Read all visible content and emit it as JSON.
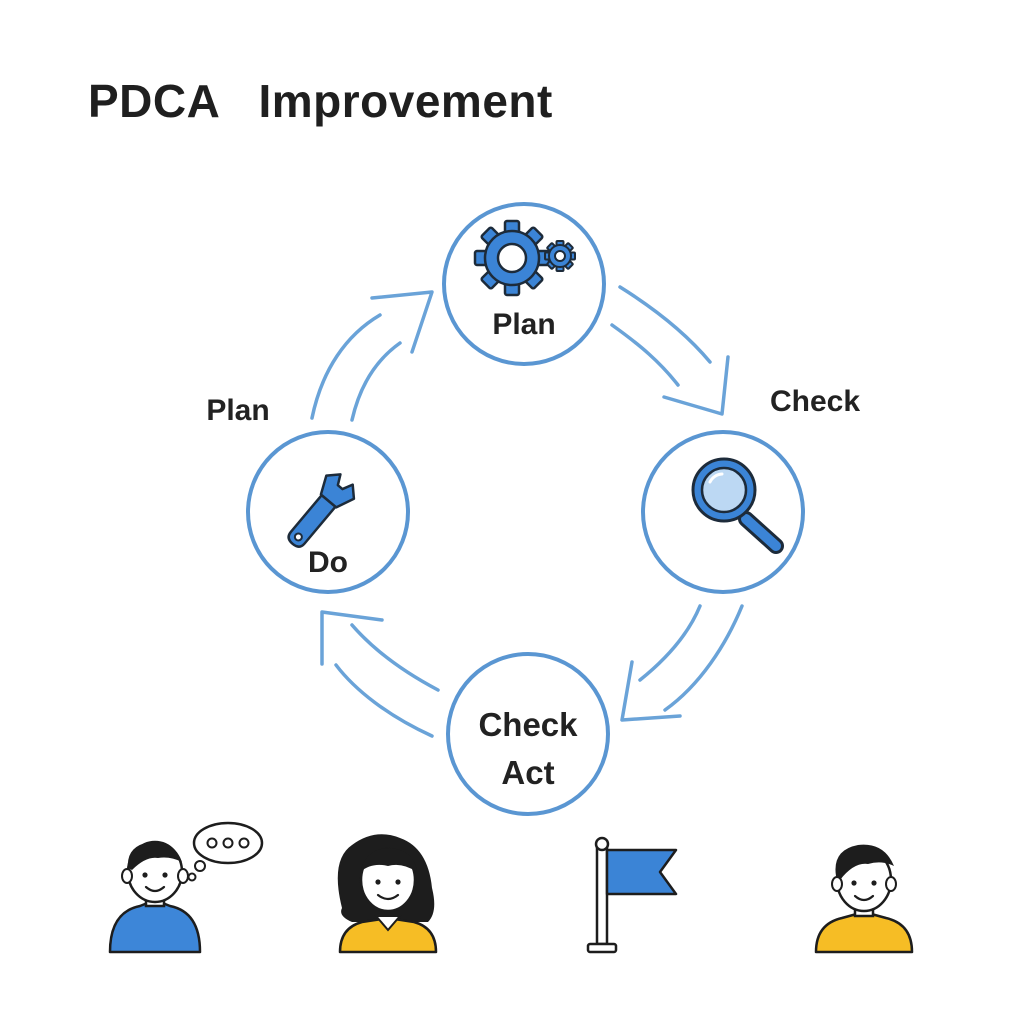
{
  "title": "PDCA   Improvement",
  "colors": {
    "accent": "#3b84d6",
    "ring": "#5a96d2",
    "arrow": "#6aa3d8",
    "ink": "#222222",
    "shirt_blue": "#3d86d8",
    "shirt_yellow": "#f6bd25"
  },
  "nodes": {
    "top": {
      "label": "Plan",
      "icon": "gears-icon"
    },
    "right": {
      "label": "",
      "icon": "magnifier-icon"
    },
    "bottom": {
      "line1": "Check",
      "line2": "Act"
    },
    "left": {
      "label": "Do",
      "icon": "wrench-icon"
    }
  },
  "free_labels": {
    "upper_left": "Plan",
    "upper_right": "Check"
  },
  "people": [
    {
      "name": "person-thinking",
      "icon": "speech-bubble-icon"
    },
    {
      "name": "person-woman"
    },
    {
      "name": "goal-flag",
      "icon": "flag-icon"
    },
    {
      "name": "person-man"
    }
  ]
}
